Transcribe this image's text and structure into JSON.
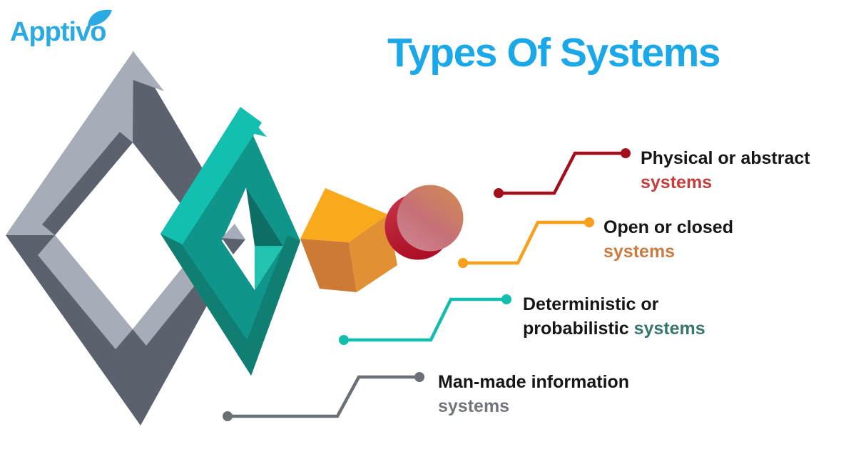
{
  "logo": {
    "brand": "Apptivo",
    "leaf_icon": "leaf",
    "brand_color": "#2AA9E2"
  },
  "header": {
    "title": "Types Of Systems",
    "title_color": "#1BA8E9"
  },
  "callouts": [
    {
      "name": "physical-or-abstract",
      "line1": "Physical or abstract",
      "line2_prefix": "",
      "accent_word": "systems",
      "line_color": "#A1101B",
      "accent_color": "#C23F3C"
    },
    {
      "name": "open-or-closed",
      "line1": "Open or closed",
      "line2_prefix": "",
      "accent_word": "systems",
      "line_color": "#F9A01B",
      "accent_color": "#C97C42"
    },
    {
      "name": "deterministic-or-probabilistic",
      "line1": "Deterministic or",
      "line2_prefix": "probabilistic ",
      "accent_word": "systems",
      "line_color": "#12BEAD",
      "accent_color": "#38756D"
    },
    {
      "name": "man-made-information",
      "line1": "Man-made information",
      "line2_prefix": "",
      "accent_word": "systems",
      "line_color": "#6B7076",
      "accent_color": "#70767C"
    }
  ],
  "illustration": {
    "gray_diamond": {
      "light": "#A6ADB8",
      "dark": "#5B626D"
    },
    "teal_diamond": {
      "bright": "#13BFAF",
      "face": "#0F9589",
      "shadow": "#117E73",
      "bevel_dark": "#0C6E64",
      "bevel_bright": "#23C3B2",
      "hole_bg": "#FFFFFF"
    },
    "orange_cube": {
      "top": "#F9A91C",
      "left": "#CC7A36",
      "right": "#E19034"
    },
    "red_disc": {
      "rim_top": "#C8364B",
      "rim_bottom": "#AC0F26",
      "face_warm": "#D18A54",
      "face_rose": "#C67077",
      "face_pink": "#CE8490"
    }
  }
}
